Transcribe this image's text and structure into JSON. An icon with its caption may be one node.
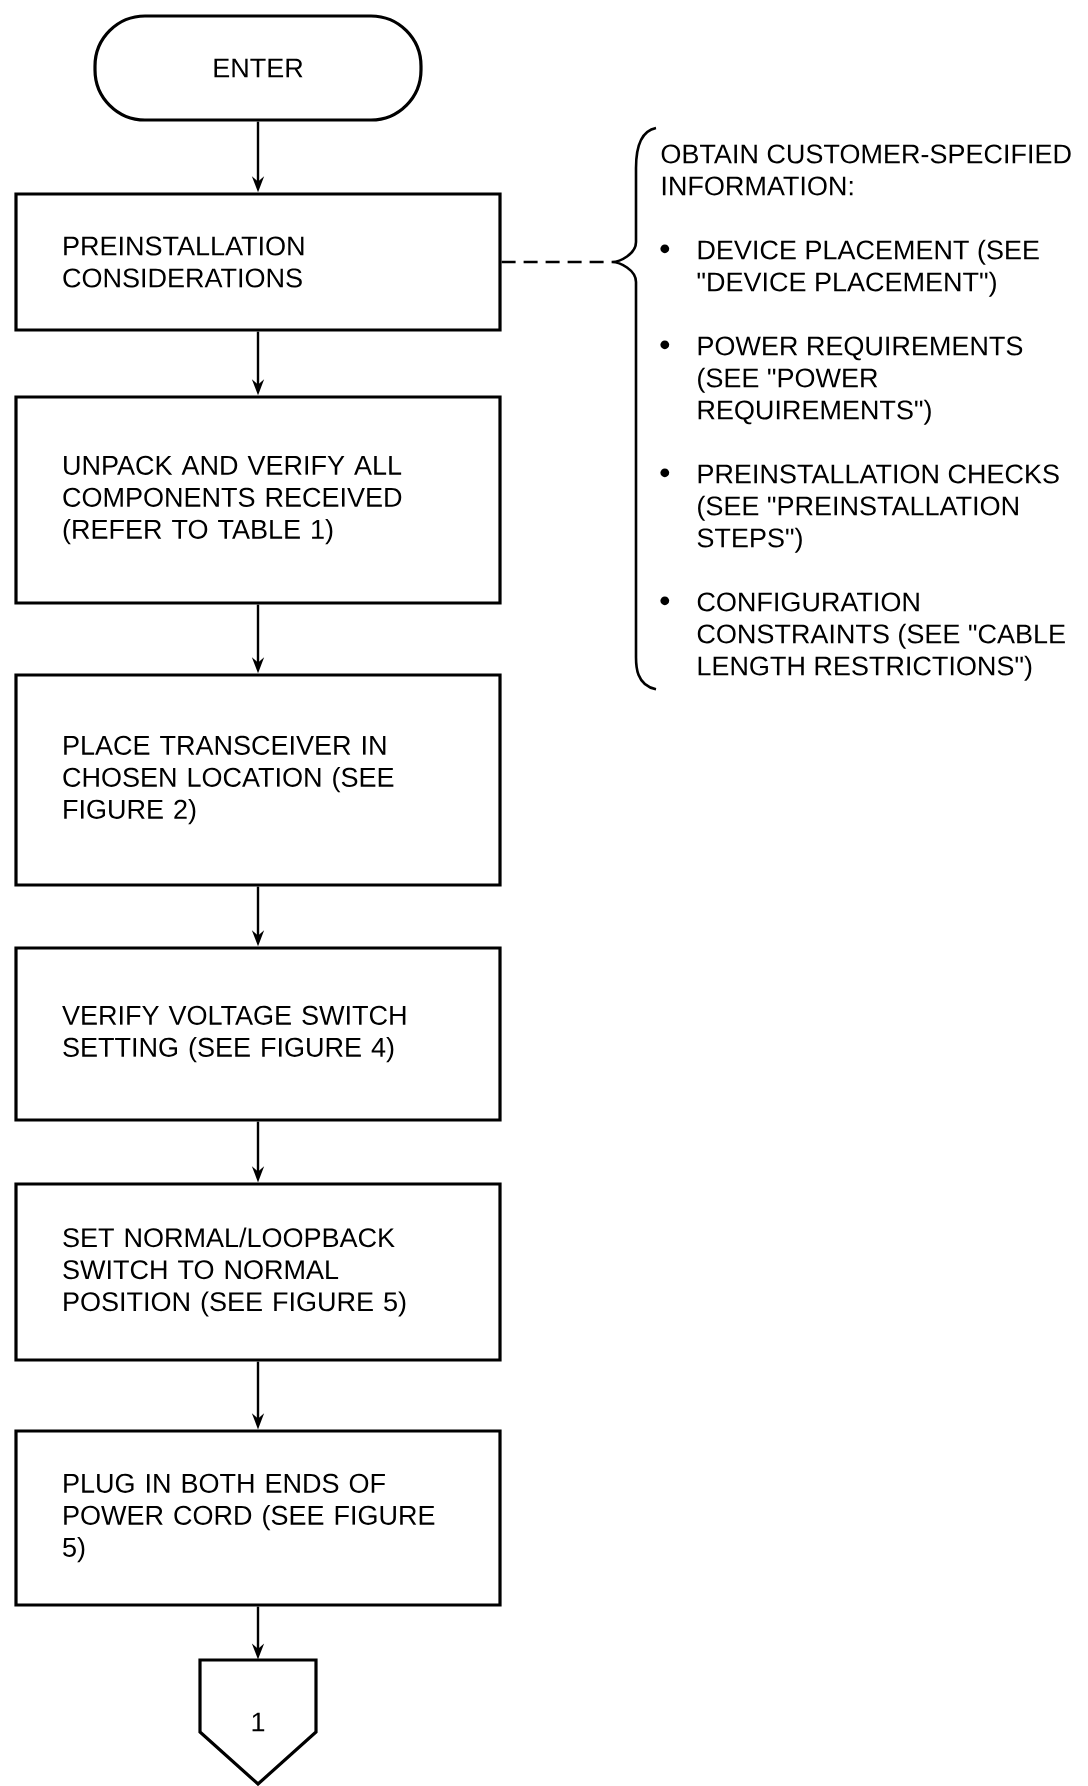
{
  "diagram": {
    "nodes": [
      {
        "text": [
          "ENTER"
        ]
      },
      {
        "text": [
          "PREINSTALLATION CONSIDERATIONS"
        ]
      },
      {
        "text": [
          "UNPACK AND VERIFY ALL COMPONENTS RECEIVED (REFER TO TABLE 1)"
        ]
      },
      {
        "text": [
          "PLACE TRANSCEIVER IN CHOSEN LOCATION (SEE FIGURE 2)"
        ]
      },
      {
        "text": [
          "VERIFY VOLTAGE SWITCH SETTING (SEE FIGURE 4)"
        ]
      },
      {
        "text": [
          "SET NORMAL/LOOPBACK SWITCH TO NORMAL POSITION (SEE FIGURE 5)"
        ]
      },
      {
        "text": [
          "PLUG IN BOTH ENDS OF POWER CORD (SEE FIGURE 5)"
        ]
      },
      {
        "text": [
          "1"
        ]
      },
      {
        "text": [
          "OBTAIN CUSTOMER-SPECIFIED INFORMATION:",
          "DEVICE PLACEMENT (SEE \"DEVICE PLACEMENT\")",
          "POWER REQUIREMENTS (SEE \"POWER REQUIREMENTS\")",
          "PREINSTALLATION CHECKS (SEE \"PREINSTALLATION STEPS\")",
          "CONFIGURATION CONSTRAINTS (SEE \"CABLE LENGTH RESTRICTIONS\")"
        ]
      }
    ],
    "edges": [
      {
        "from": 0,
        "to": 1,
        "arrow": "to"
      },
      {
        "from": 1,
        "to": 2,
        "arrow": "to"
      },
      {
        "from": 2,
        "to": 3,
        "arrow": "to"
      },
      {
        "from": 3,
        "to": 4,
        "arrow": "to"
      },
      {
        "from": 4,
        "to": 5,
        "arrow": "to"
      },
      {
        "from": 5,
        "to": 6,
        "arrow": "to"
      },
      {
        "from": 6,
        "to": 7,
        "arrow": "to"
      },
      {
        "from": 1,
        "to": 8,
        "arrow": "none",
        "style": "dashed"
      }
    ]
  }
}
